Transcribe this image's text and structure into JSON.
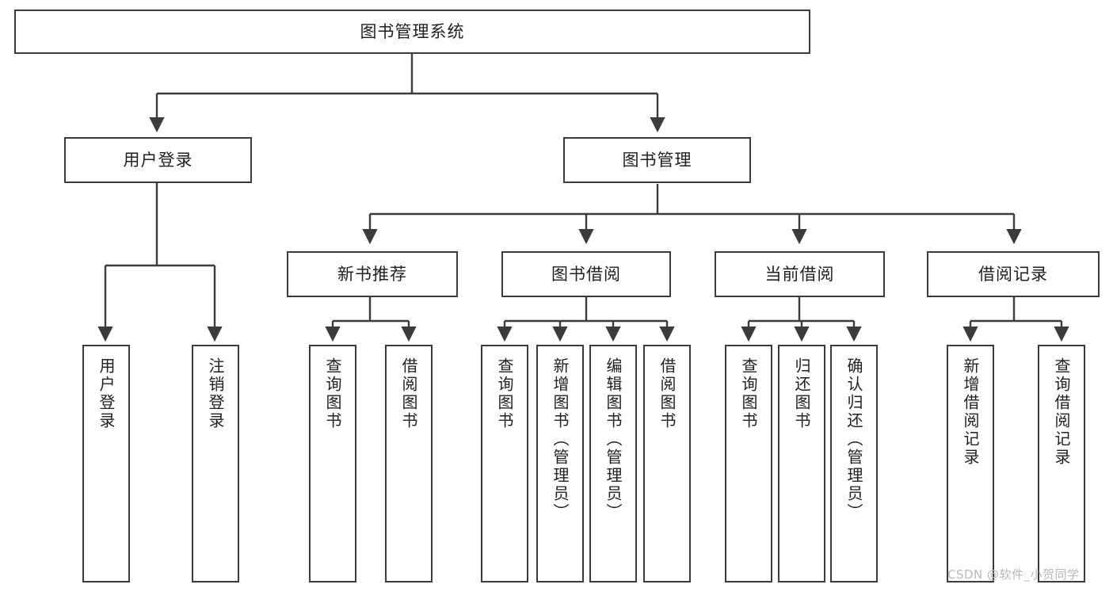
{
  "diagram": {
    "title": "图书管理系统",
    "watermark": "CSDN @软件_小贺同学",
    "accent_color": "#3b3b3b",
    "text_color": "#1f1f1f",
    "background_color": "#ffffff",
    "root": {
      "label": "图书管理系统"
    },
    "level2": [
      {
        "label": "用户登录"
      },
      {
        "label": "图书管理"
      }
    ],
    "level3": [
      {
        "label": "新书推荐"
      },
      {
        "label": "图书借阅"
      },
      {
        "label": "当前借阅"
      },
      {
        "label": "借阅记录"
      }
    ],
    "leaves": {
      "user_login": [
        {
          "label": "用户登录"
        },
        {
          "label": "注销登录"
        }
      ],
      "new_book_recommend": [
        {
          "label": "查询图书"
        },
        {
          "label": "借阅图书"
        }
      ],
      "book_borrow": [
        {
          "label": "查询图书"
        },
        {
          "label": "新增图书（管理员）"
        },
        {
          "label": "编辑图书（管理员）"
        },
        {
          "label": "借阅图书"
        }
      ],
      "current_borrow": [
        {
          "label": "查询图书"
        },
        {
          "label": "归还图书"
        },
        {
          "label": "确认归还（管理员）"
        }
      ],
      "borrow_record": [
        {
          "label": "新增借阅记录"
        },
        {
          "label": "查询借阅记录"
        }
      ]
    }
  }
}
